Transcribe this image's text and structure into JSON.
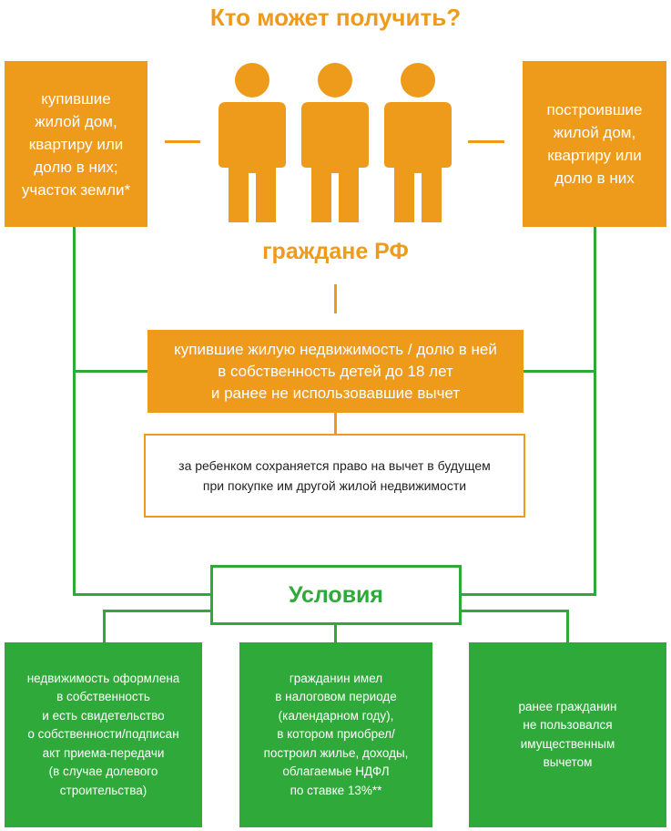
{
  "title": "Кто может получить?",
  "colors": {
    "orange": "#ee9b1b",
    "green": "#2faa3a"
  },
  "left_box": "купившие\nжилой дом,\nквартиру или\nдолю в них;\nучасток земли*",
  "right_box": "построившие\nжилой дом,\nквартиру или\nдолю в них",
  "people_icons": [
    "person-icon",
    "person-icon",
    "person-icon"
  ],
  "citizens_label": "граждане РФ",
  "middle_box": "купившие жилую недвижимость / долю в ней\nв собственность детей до 18 лет\nи ранее не использовавшие вычет",
  "note_box": "за ребенком сохраняется право на вычет в будущем\nпри покупке им другой жилой недвижимости",
  "conditions_label": "Условия",
  "conditions": [
    "недвижимость оформлена\nв собственность\nи есть свидетельство\nо собственности/подписан\nакт приема-передачи\n(в случае долевого\nстроительства)",
    "гражданин имел\nв налоговом периоде\n(календарном году),\nв котором приобрел/\nпостроил жилье, доходы,\nоблагаемые НДФЛ\nпо ставке 13%**",
    "ранее гражданин\nне пользовался\nимущественным\nвычетом"
  ]
}
